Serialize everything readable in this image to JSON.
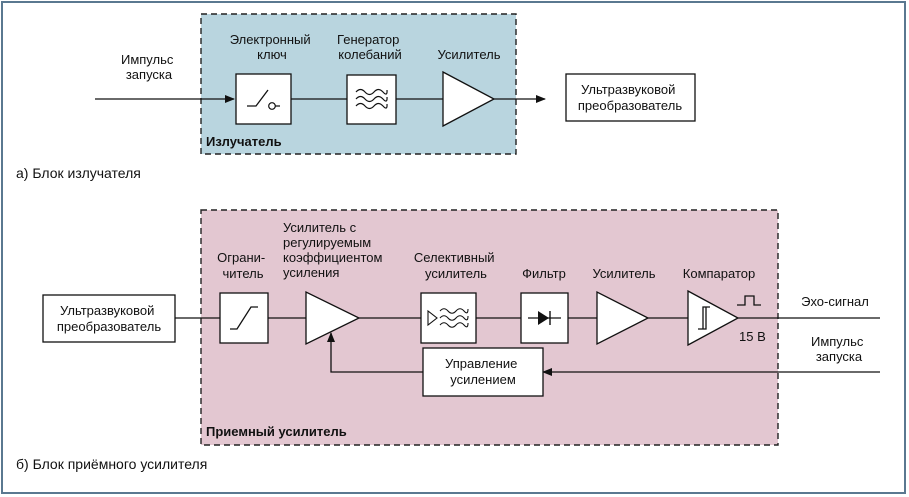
{
  "colors": {
    "frame": "#5a7890",
    "transmitter_fill": "#b9d5df",
    "receiver_fill": "#e3c7d1",
    "ink": "#111111"
  },
  "transmitter": {
    "input_label": [
      "Импульс",
      "запуска"
    ],
    "key_label": [
      "Электронный",
      "ключ"
    ],
    "generator_label": [
      "Генератор",
      "колебаний"
    ],
    "amplifier_label": [
      "Усилитель"
    ],
    "output_label": [
      "Ультразвуковой",
      "преобразователь"
    ],
    "block_name": "Излучатель",
    "caption": "а) Блок излучателя"
  },
  "receiver": {
    "input_label": [
      "Ультразвуковой",
      "преобразователь"
    ],
    "limiter_label": [
      "Ограни-",
      "читель"
    ],
    "vga_label": [
      "Усилитель с",
      "регулируемым",
      "коэффициентом",
      "усиления"
    ],
    "selective_label": [
      "Селективный",
      "усилитель"
    ],
    "filter_label": [
      "Фильтр"
    ],
    "amplifier_label": [
      "Усилитель"
    ],
    "comparator_label": [
      "Компаратор"
    ],
    "voltage_label": "15 В",
    "echo_label": "Эхо-сигнал",
    "trigger_label": [
      "Импульс",
      "запуска"
    ],
    "gain_control_label": [
      "Управление",
      "усилением"
    ],
    "block_name": "Приемный усилитель",
    "caption": "б) Блок приёмного усилителя"
  }
}
